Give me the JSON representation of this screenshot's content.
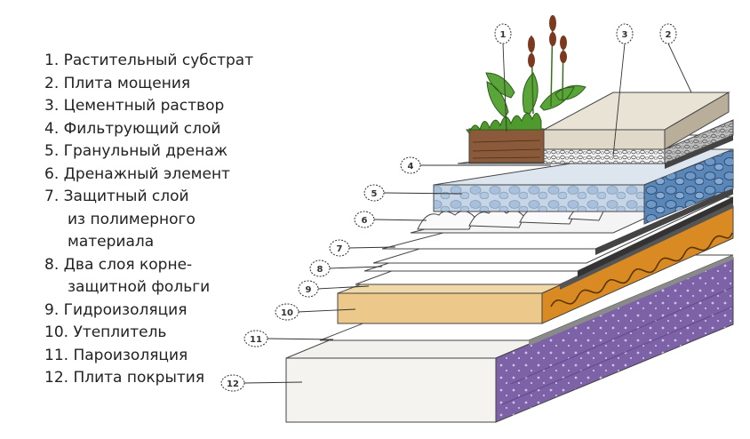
{
  "legend": [
    {
      "num": "1.",
      "text": "Растительный субстрат"
    },
    {
      "num": "2.",
      "text": "Плита мощения"
    },
    {
      "num": "3.",
      "text": "Цементный раствор"
    },
    {
      "num": "4.",
      "text": "Фильтрующий слой"
    },
    {
      "num": "5.",
      "text": "Гранульный дренаж"
    },
    {
      "num": "6.",
      "text": "Дренажный элемент"
    },
    {
      "num": "7.",
      "text": "Защитный слой"
    },
    {
      "cont": "из полимерного"
    },
    {
      "cont": "материала"
    },
    {
      "num": "8.",
      "text": "Два слоя корне-"
    },
    {
      "cont": "защитной фольги"
    },
    {
      "num": "9.",
      "text": "Гидроизоляция"
    },
    {
      "num": "10.",
      "text": "Утеплитель"
    },
    {
      "num": "11.",
      "text": "Пароизоляция"
    },
    {
      "num": "12.",
      "text": "Плита покрытия"
    }
  ],
  "callouts": [
    "1",
    "2",
    "3",
    "4",
    "5",
    "6",
    "7",
    "8",
    "9",
    "10",
    "11",
    "12"
  ],
  "colors": {
    "slab": "#f4f2ee",
    "slab_side": "#7d62a8",
    "insulation": "#ecc98a",
    "insulation_side": "#d98a22",
    "drainage": "#c6d6e6",
    "drainage_side": "#5a87b8",
    "paving": "#e0d8c8",
    "soil": "#8a5a3a",
    "grass": "#4f9a2e"
  }
}
